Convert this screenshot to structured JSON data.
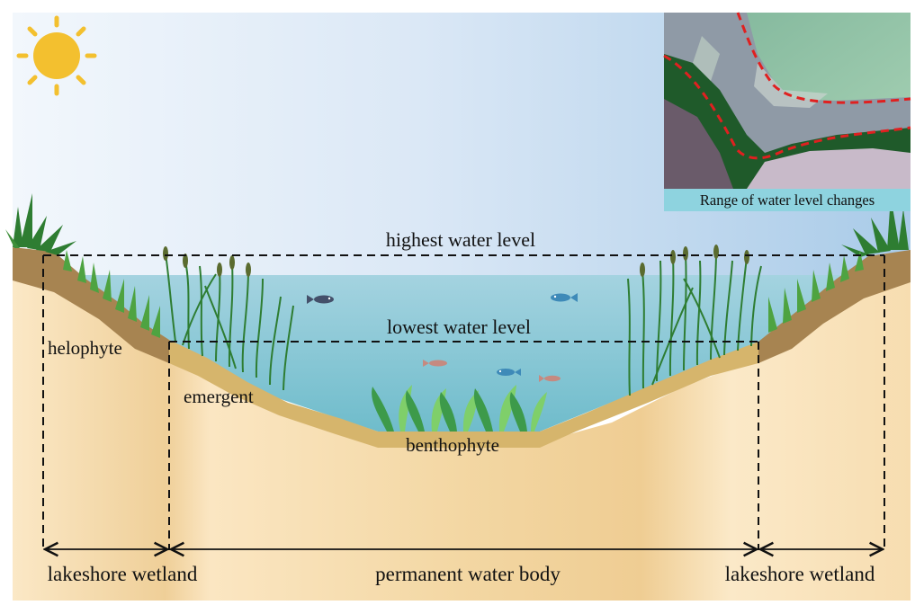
{
  "labels": {
    "highest_water_level": "highest water level",
    "lowest_water_level": "lowest water level",
    "helophyte": "helophyte",
    "emergent": "emergent",
    "benthophyte": "benthophyte",
    "lakeshore_wetland_left": "lakeshore wetland",
    "permanent_water_body": "permanent water body",
    "lakeshore_wetland_right": "lakeshore wetland"
  },
  "inset": {
    "caption": "Range of water level changes"
  },
  "colors": {
    "sky_light": "#eef4fb",
    "sky_blue": "#a9cbe8",
    "water_top": "#9fd0df",
    "water_bottom": "#6fbccb",
    "soil_brown": "#a78451",
    "sediment": "#d6b56c",
    "sand_light": "#fbe6c0",
    "sand_mid": "#f1d39e",
    "grass_dark": "#2e7d32",
    "grass_light": "#6dbb45",
    "sun": "#f3c02f",
    "boundary_red": "#e02020",
    "inset_caption_bg": "#8ed3df"
  },
  "icons": {
    "sun": "sun-icon",
    "fish": "fish-icon",
    "grass": "grass-icon",
    "reed": "reed-icon",
    "seaweed": "seaweed-icon"
  }
}
